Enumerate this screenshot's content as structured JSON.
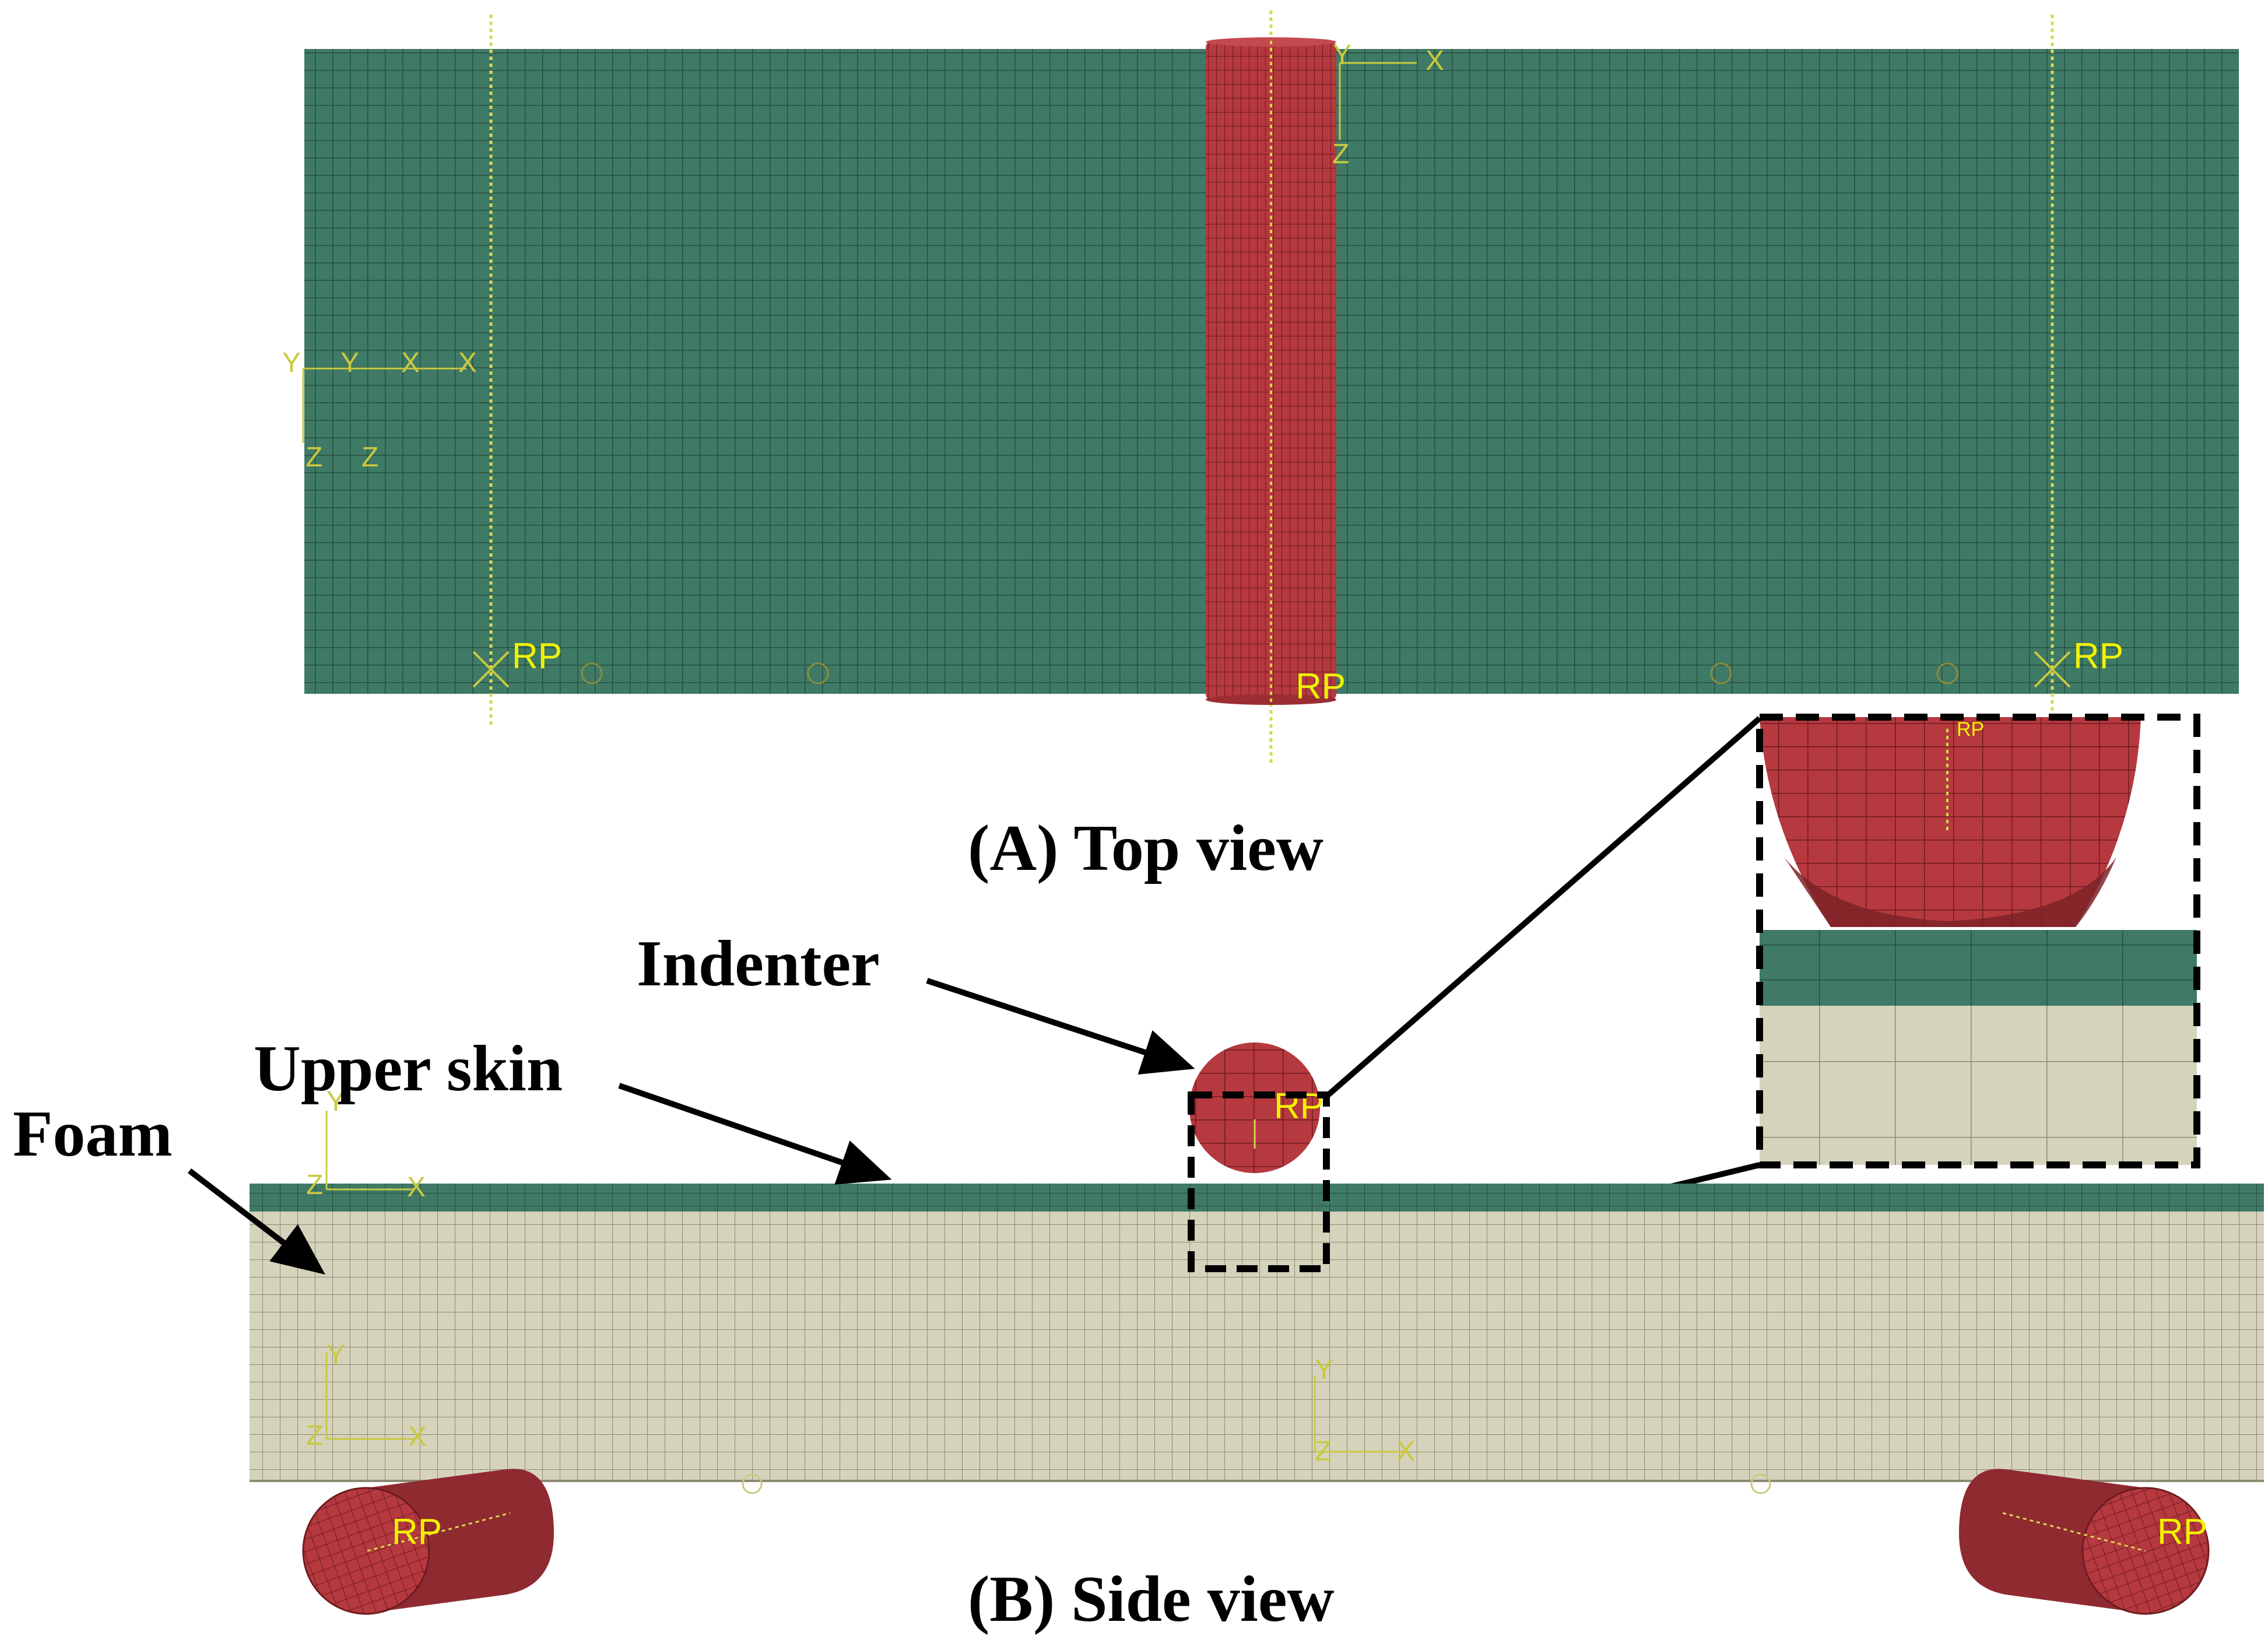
{
  "captions": {
    "top_view": "(A) Top view",
    "side_view": "(B) Side view"
  },
  "labels": {
    "indenter": "Indenter",
    "upper_skin": "Upper skin",
    "foam": "Foam"
  },
  "reference_point": "RP",
  "axes": {
    "x": "X",
    "y": "Y",
    "z": "Z"
  },
  "colors": {
    "skin": "#3f7a66",
    "mesh_line_skin": "#24503f",
    "foam": "#d6d3bd",
    "mesh_line_foam": "#8c8a72",
    "indenter": "#b5393f",
    "mesh_line_indenter": "#6e1b20",
    "rp_text": "#f2f200",
    "axis_text": "#c9c940"
  }
}
